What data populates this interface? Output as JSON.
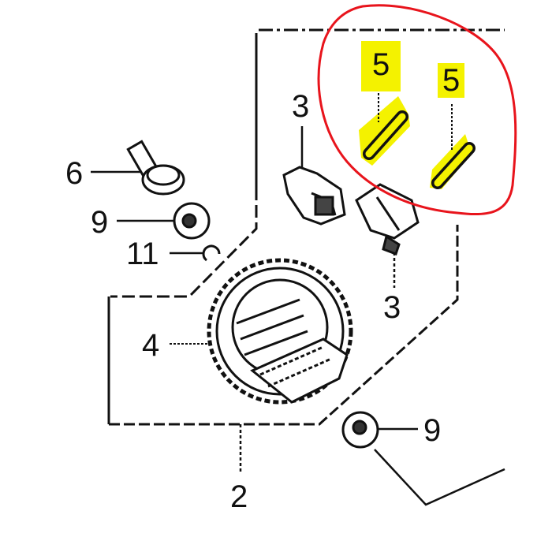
{
  "diagram": {
    "type": "exploded-parts-diagram",
    "colors": {
      "line": "#111111",
      "highlight": "#f4f200",
      "annotation_circle": "#e8141c",
      "background": "#ffffff"
    },
    "callouts": [
      {
        "id": "label-5a",
        "text": "5",
        "highlighted": true,
        "part": "dowel-pin"
      },
      {
        "id": "label-5b",
        "text": "5",
        "highlighted": true,
        "part": "dowel-pin"
      },
      {
        "id": "label-3a",
        "text": "3",
        "highlighted": false,
        "part": "rotor-block"
      },
      {
        "id": "label-3b",
        "text": "3",
        "highlighted": false,
        "part": "rotor-block"
      },
      {
        "id": "label-6",
        "text": "6",
        "highlighted": false,
        "part": "bolt"
      },
      {
        "id": "label-9a",
        "text": "9",
        "highlighted": false,
        "part": "washer"
      },
      {
        "id": "label-11",
        "text": "11",
        "highlighted": false,
        "part": "clip"
      },
      {
        "id": "label-4",
        "text": "4",
        "highlighted": false,
        "part": "gear"
      },
      {
        "id": "label-9b",
        "text": "9",
        "highlighted": false,
        "part": "washer"
      },
      {
        "id": "label-2",
        "text": "2",
        "highlighted": false,
        "part": "assembly"
      }
    ]
  }
}
